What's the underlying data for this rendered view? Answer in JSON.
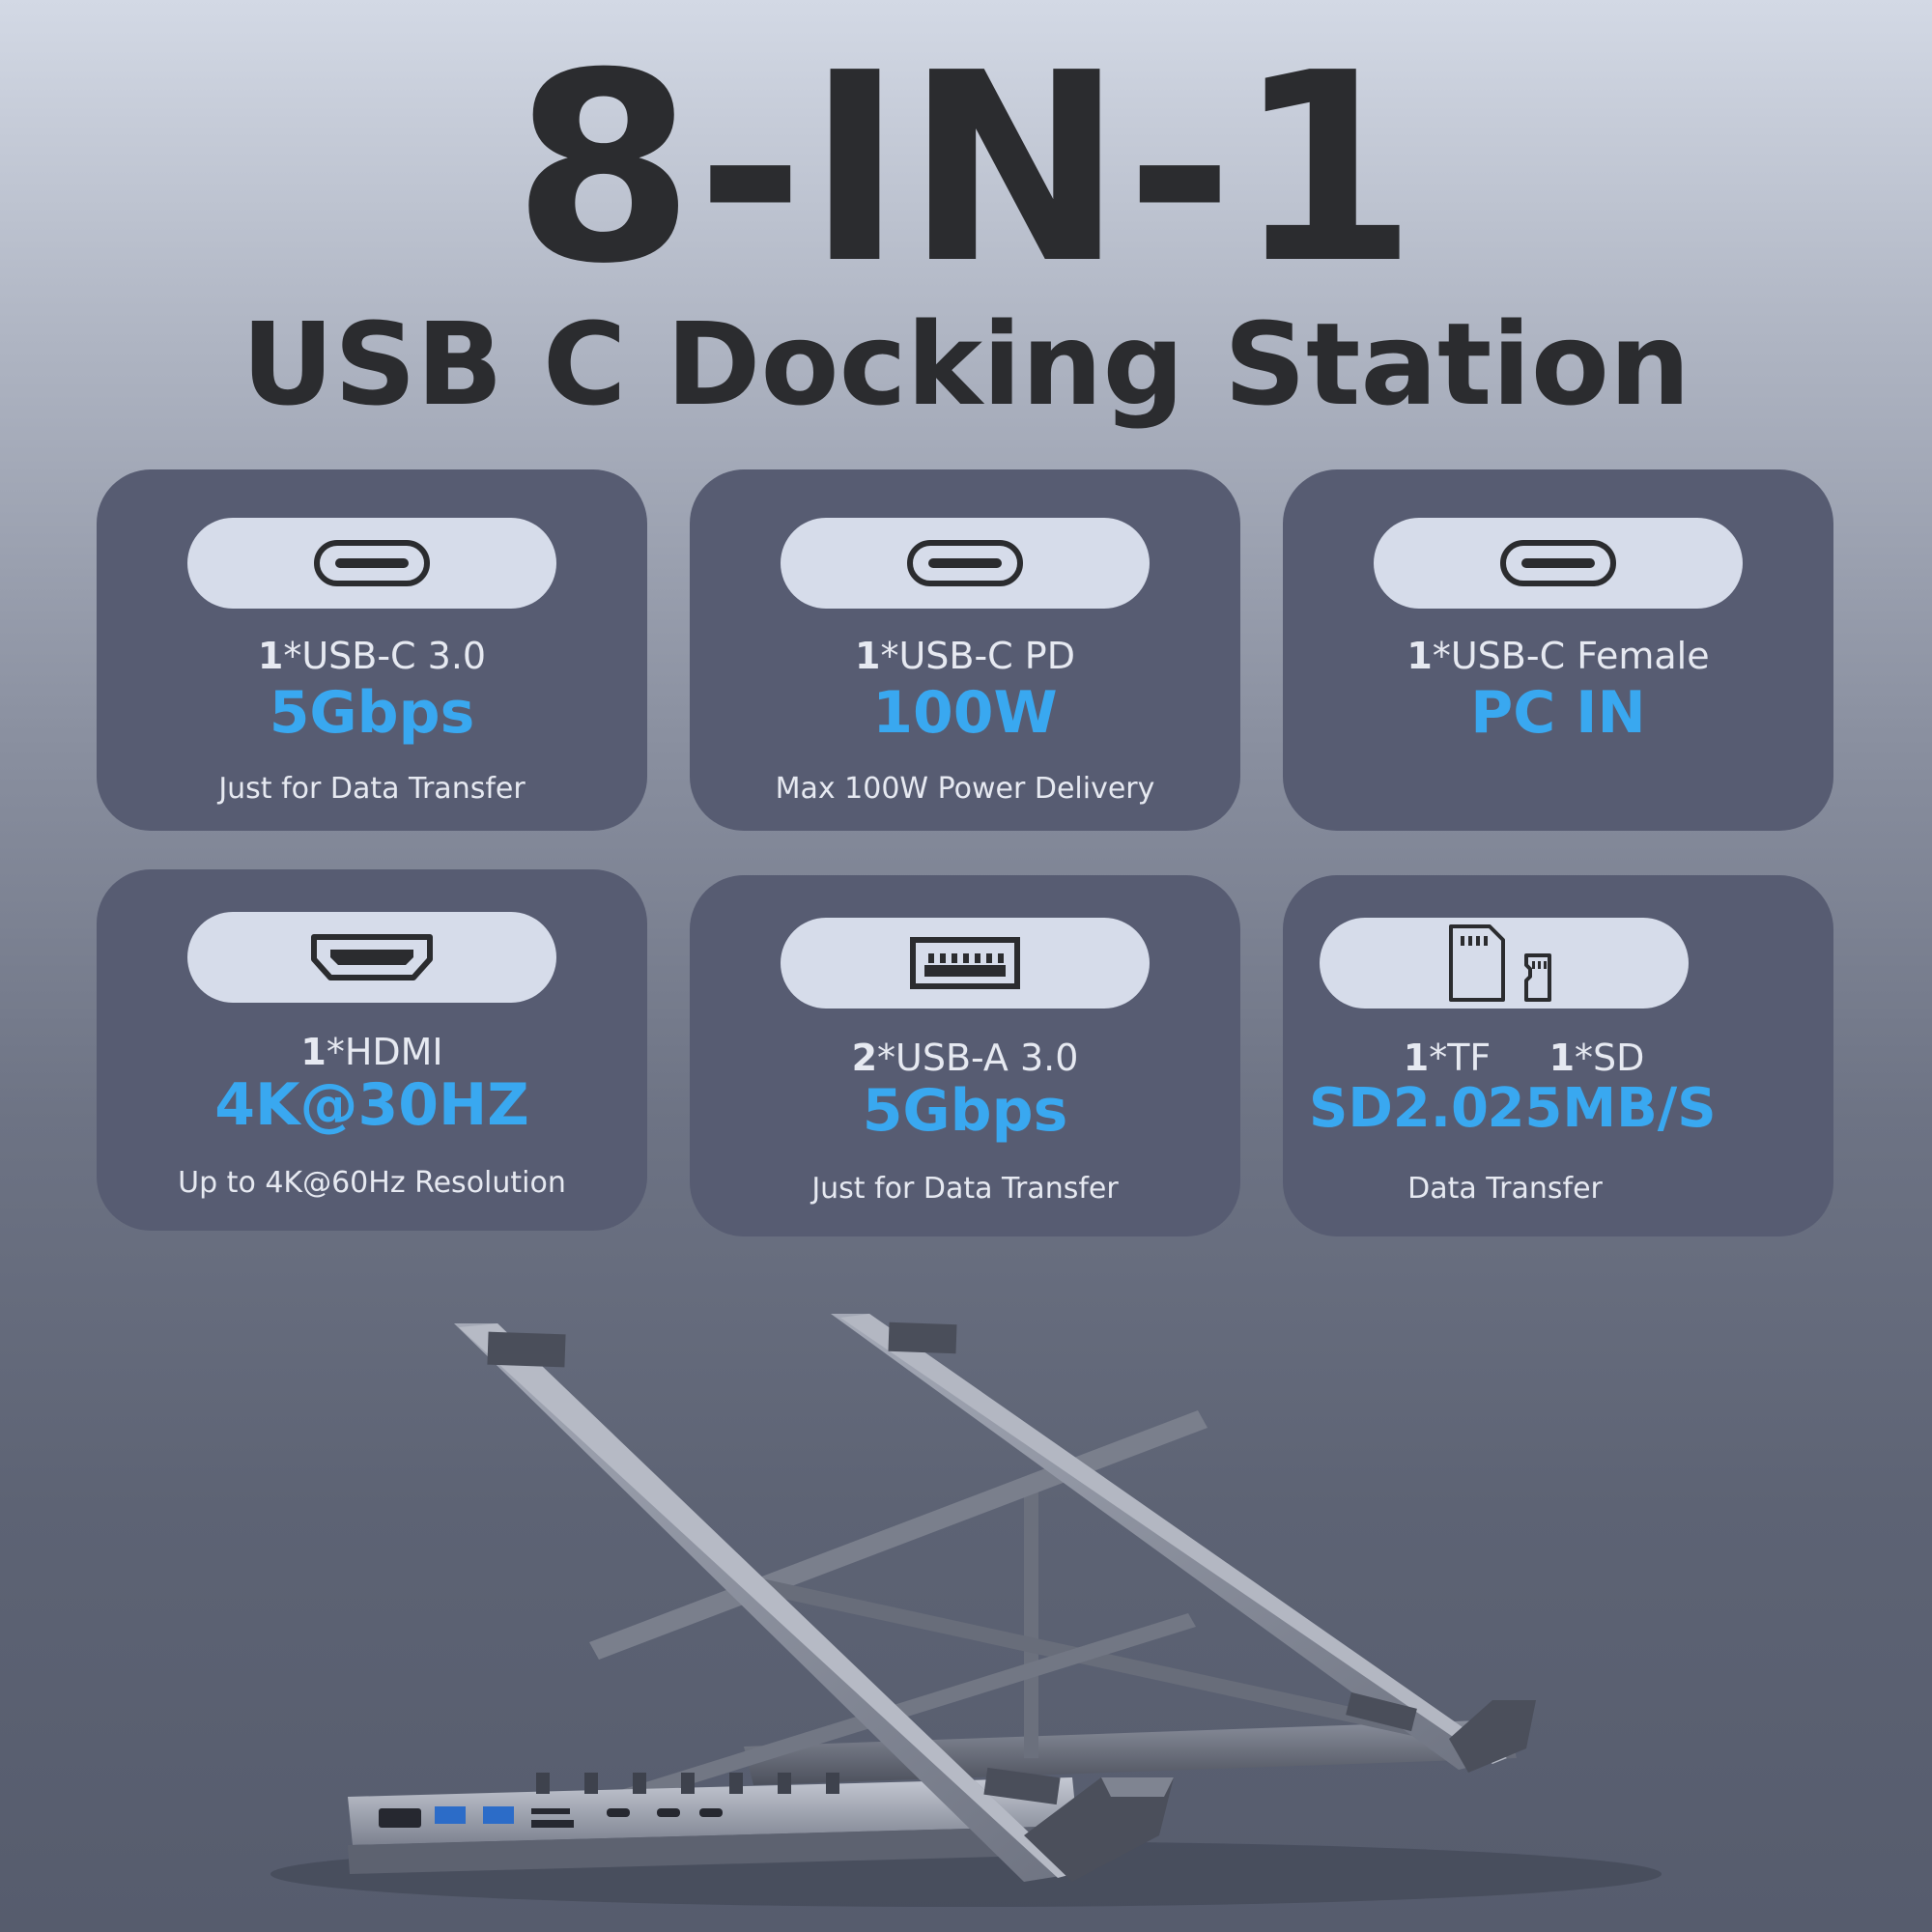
{
  "header": {
    "title": "8-IN-1",
    "subtitle": "USB C Docking Station"
  },
  "cards": [
    {
      "icon": "usb-c-port-icon",
      "count": "1",
      "name": "*USB-C 3.0",
      "value": "5Gbps",
      "note": "Just for Data Transfer"
    },
    {
      "icon": "usb-c-port-icon",
      "count": "1",
      "name": "*USB-C PD",
      "value": "100W",
      "note": "Max 100W Power Delivery"
    },
    {
      "icon": "usb-c-port-icon",
      "count": "1",
      "name": "*USB-C Female",
      "value": "PC IN",
      "note": ""
    },
    {
      "icon": "hdmi-port-icon",
      "count": "1",
      "name": "*HDMI",
      "value": "4K@30HZ",
      "note": "Up to 4K@60Hz Resolution"
    },
    {
      "icon": "usb-a-port-icon",
      "count": "2",
      "name": "*USB-A 3.0",
      "value": "5Gbps",
      "note": "Just for Data Transfer"
    },
    {
      "icon": "sd-tf-card-icon",
      "left": {
        "count": "1",
        "name": "*TF",
        "value": "SD2.0"
      },
      "right": {
        "count": "1",
        "name": "*SD",
        "value": "25MB/S"
      },
      "note": "Data Transfer"
    }
  ],
  "colors": {
    "accent": "#39a8f0",
    "card": "#575c72",
    "pill": "#d6dcea",
    "heading": "#2b2c2f"
  },
  "product": {
    "image": "laptop-stand-with-docking-station"
  }
}
